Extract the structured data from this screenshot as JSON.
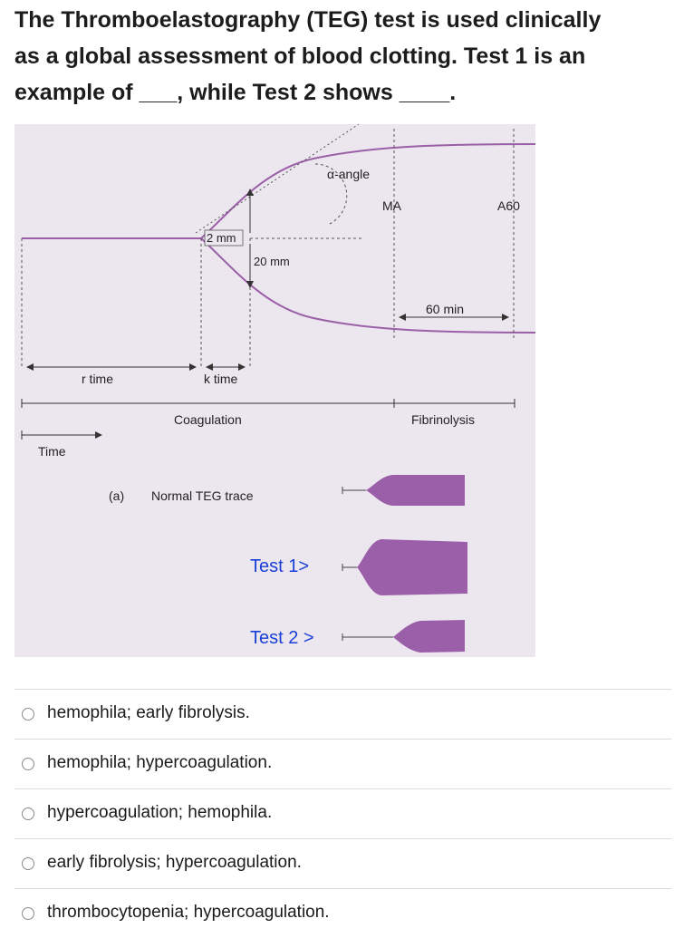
{
  "question": {
    "line1": "The Thromboelastography (TEG) test is used clinically",
    "line2": "as a global assessment of blood clotting.  Test 1 is an",
    "line3": "example of ___, while Test 2 shows ____."
  },
  "figure": {
    "labels": {
      "alpha_angle": "α-angle",
      "ma": "MA",
      "a60": "A60",
      "two_mm": "2 mm",
      "twenty_mm": "20 mm",
      "sixty_min": "60 min",
      "r_time": "r time",
      "k_time": "k time",
      "coagulation": "Coagulation",
      "fibrinolysis": "Fibrinolysis",
      "time": "Time",
      "panel": "(a)",
      "normal_trace": "Normal TEG trace",
      "test1": "Test 1>",
      "test2": "Test 2 >"
    },
    "colors": {
      "background": "#ece6ef",
      "trace": "#9a5fa6",
      "fill": "#9b5ea8",
      "test_text": "#1a3fd6"
    }
  },
  "options": [
    {
      "label": "hemophila; early fibrolysis."
    },
    {
      "label": "hemophila; hypercoagulation."
    },
    {
      "label": "hypercoagulation; hemophila."
    },
    {
      "label": "early fibrolysis; hypercoagulation."
    },
    {
      "label": "thrombocytopenia; hypercoagulation."
    }
  ]
}
